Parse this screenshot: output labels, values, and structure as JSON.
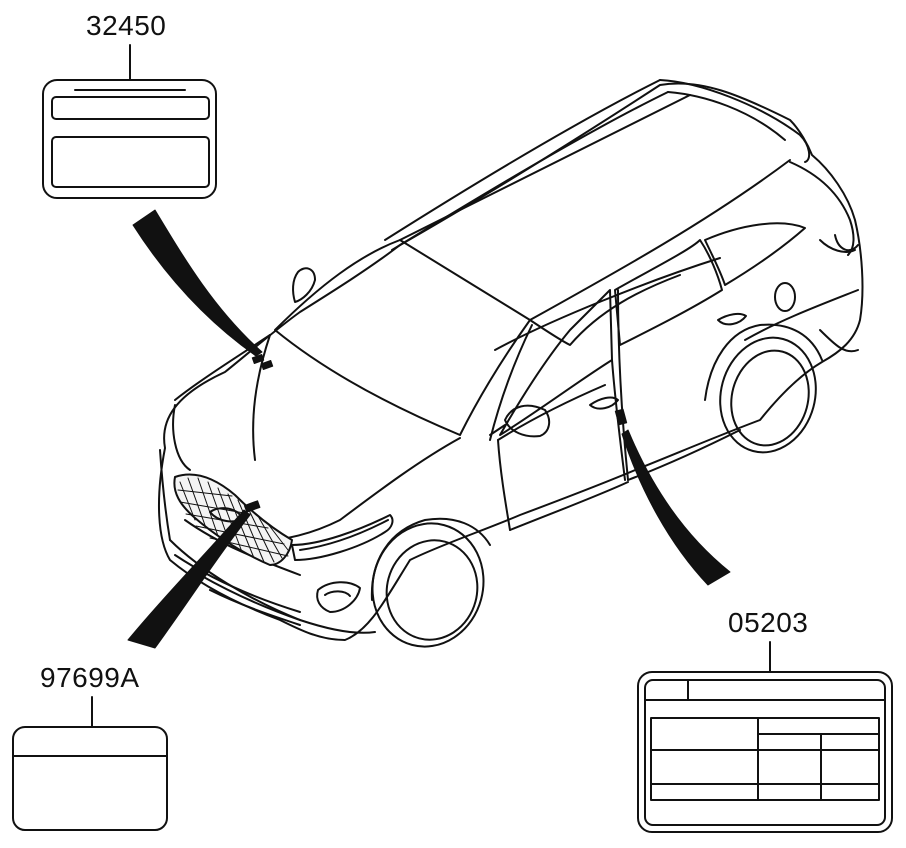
{
  "diagram": {
    "labels": {
      "top_left": "32450",
      "bottom_left": "97699A",
      "right": "05203"
    }
  }
}
